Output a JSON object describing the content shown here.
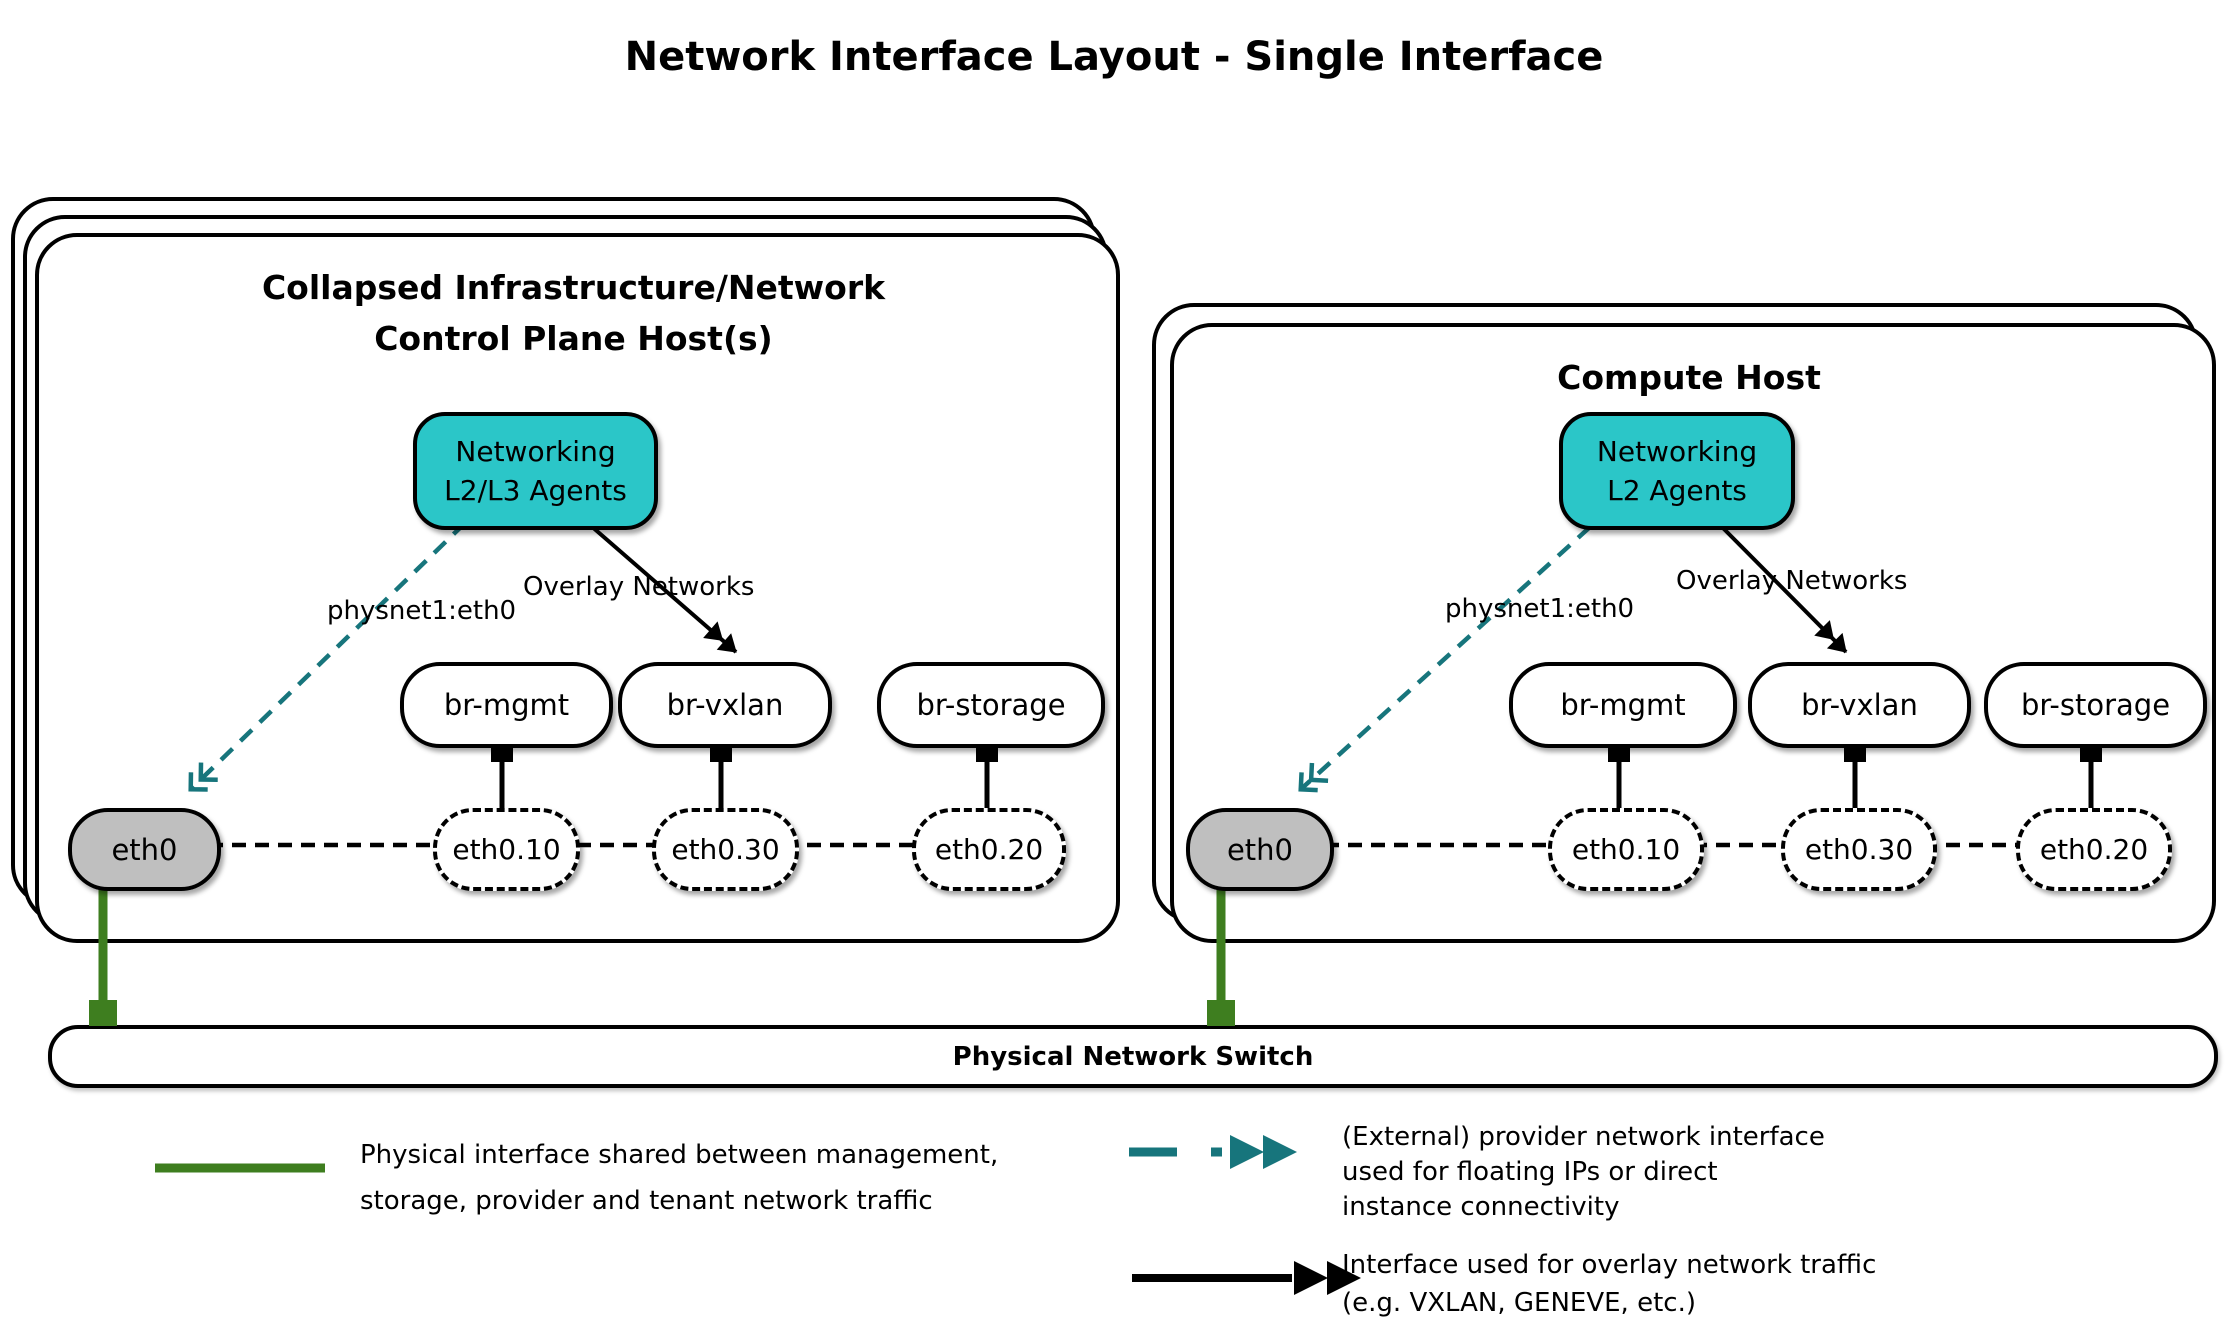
{
  "title": "Network Interface Layout - Single Interface",
  "colors": {
    "agent_fill": "#2bc6c8",
    "provider_arrow": "#17757c",
    "physical_line": "#3e7e1f",
    "phys_interface_fill": "#bfbfbf",
    "line_black": "#000000"
  },
  "hosts": [
    {
      "title_lines": [
        "Collapsed Infrastructure/Network",
        "Control Plane Host(s)"
      ],
      "agent_lines": [
        "Networking",
        "L2/L3 Agents"
      ],
      "provider_label": "physnet1:eth0",
      "overlay_label": "Overlay Networks",
      "bridges": [
        "br-mgmt",
        "br-vxlan",
        "br-storage"
      ],
      "phys_interface": "eth0",
      "vlan_interfaces": [
        "eth0.10",
        "eth0.30",
        "eth0.20"
      ]
    },
    {
      "title_lines": [
        "Compute Host"
      ],
      "agent_lines": [
        "Networking",
        "L2 Agents"
      ],
      "provider_label": "physnet1:eth0",
      "overlay_label": "Overlay Networks",
      "bridges": [
        "br-mgmt",
        "br-vxlan",
        "br-storage"
      ],
      "phys_interface": "eth0",
      "vlan_interfaces": [
        "eth0.10",
        "eth0.30",
        "eth0.20"
      ]
    }
  ],
  "switch": {
    "label": "Physical Network Switch"
  },
  "legend": [
    {
      "marker": "green-solid-line",
      "lines": [
        "Physical interface shared between management,",
        "storage, provider and tenant network traffic"
      ]
    },
    {
      "marker": "teal-dashed-double-arrow",
      "lines": [
        "(External) provider network interface",
        "used for floating IPs or direct",
        "instance connectivity"
      ]
    },
    {
      "marker": "black-solid-double-arrow",
      "lines": [
        "Interface used for overlay network traffic",
        "(e.g. VXLAN, GENEVE, etc.)"
      ]
    }
  ]
}
